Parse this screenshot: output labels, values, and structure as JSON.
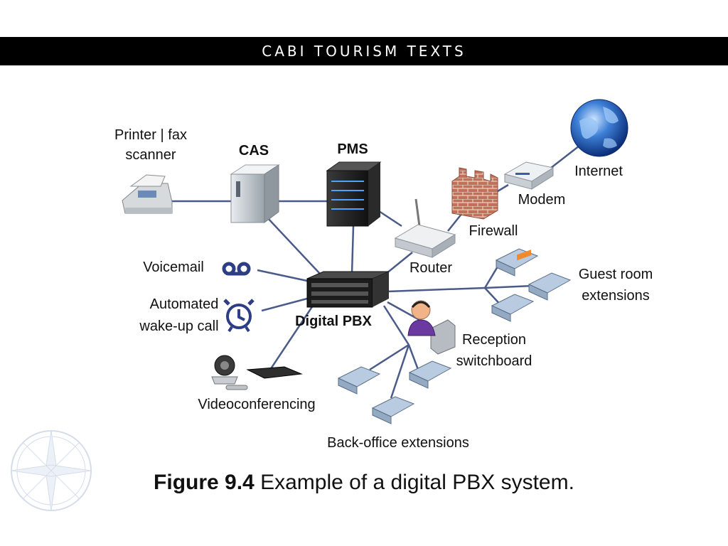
{
  "header": {
    "title": "CABI TOURISM TEXTS"
  },
  "labels": {
    "printer": [
      "Printer | fax",
      "scanner"
    ],
    "cas": "CAS",
    "pms": "PMS",
    "internet": "Internet",
    "modem": "Modem",
    "firewall": "Firewall",
    "router": "Router",
    "voicemail": "Voicemail",
    "wakeup": [
      "Automated",
      "wake-up call"
    ],
    "pbx": "Digital PBX",
    "guest": [
      "Guest room",
      "extensions"
    ],
    "reception": [
      "Reception",
      "switchboard"
    ],
    "video": "Videoconferencing",
    "backoffice": "Back-office extensions"
  },
  "caption": {
    "figure": "Figure 9.4",
    "text": " Example of a digital PBX system."
  },
  "colors": {
    "line": "#4a5b8a",
    "header_bg": "#000000",
    "header_text": "#ffffff"
  }
}
